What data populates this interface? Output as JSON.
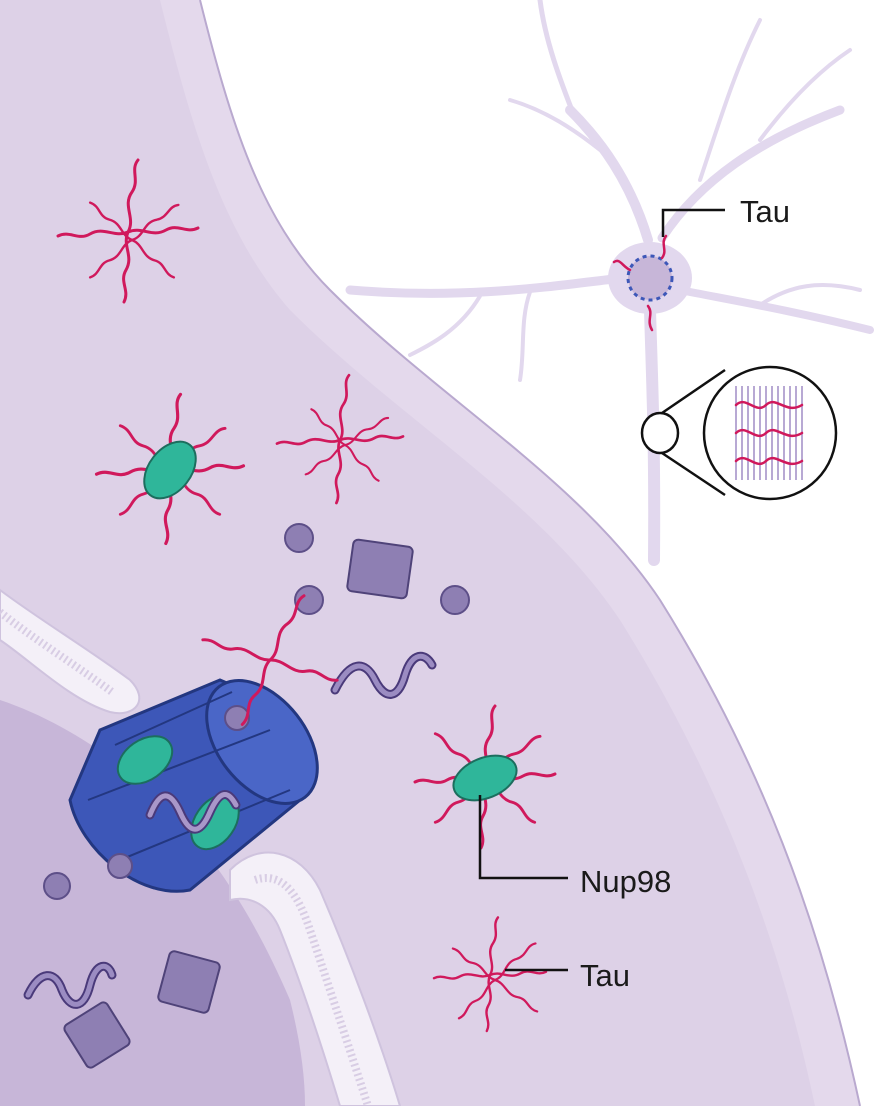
{
  "labels": {
    "tau_neuron": "Tau",
    "nup98": "Nup98",
    "tau_cytoplasm": "Tau"
  },
  "colors": {
    "background": "#ffffff",
    "cytoplasm": "#e4d9ec",
    "nucleus": "#c7b6d8",
    "nuclear_pore": "#3d57b8",
    "nup98_protein": "#2fb69a",
    "tau_protein": "#d0195c",
    "cargo": "#8e7fb3",
    "label_text": "#1a1a1a"
  }
}
